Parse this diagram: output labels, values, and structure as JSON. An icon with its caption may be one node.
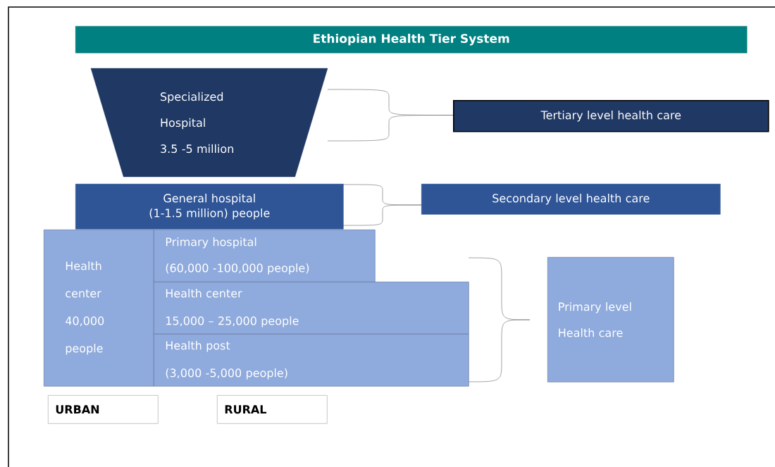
{
  "diagram": {
    "title": "Ethiopian Health Tier System",
    "nodes": [
      {
        "text": [
          "Specialized Hospital",
          "3.5 -5 million"
        ]
      },
      {
        "text": [
          "Tertiary level health care"
        ]
      },
      {
        "text": [
          "General hospital",
          "(1-1.5 million) people"
        ]
      },
      {
        "text": [
          "Secondary level health care"
        ]
      },
      {
        "text": [
          "Health center",
          "40,000 people"
        ]
      },
      {
        "text": [
          "Primary hospital",
          "(60,000 -100,000 people)"
        ]
      },
      {
        "text": [
          "Health center",
          "15,000 – 25,000 people"
        ]
      },
      {
        "text": [
          "Health post",
          "(3,000 -5,000 people)"
        ]
      },
      {
        "text": [
          "Primary level Health care"
        ]
      },
      {
        "text": [
          "URBAN"
        ]
      },
      {
        "text": [
          "RURAL"
        ]
      }
    ]
  }
}
